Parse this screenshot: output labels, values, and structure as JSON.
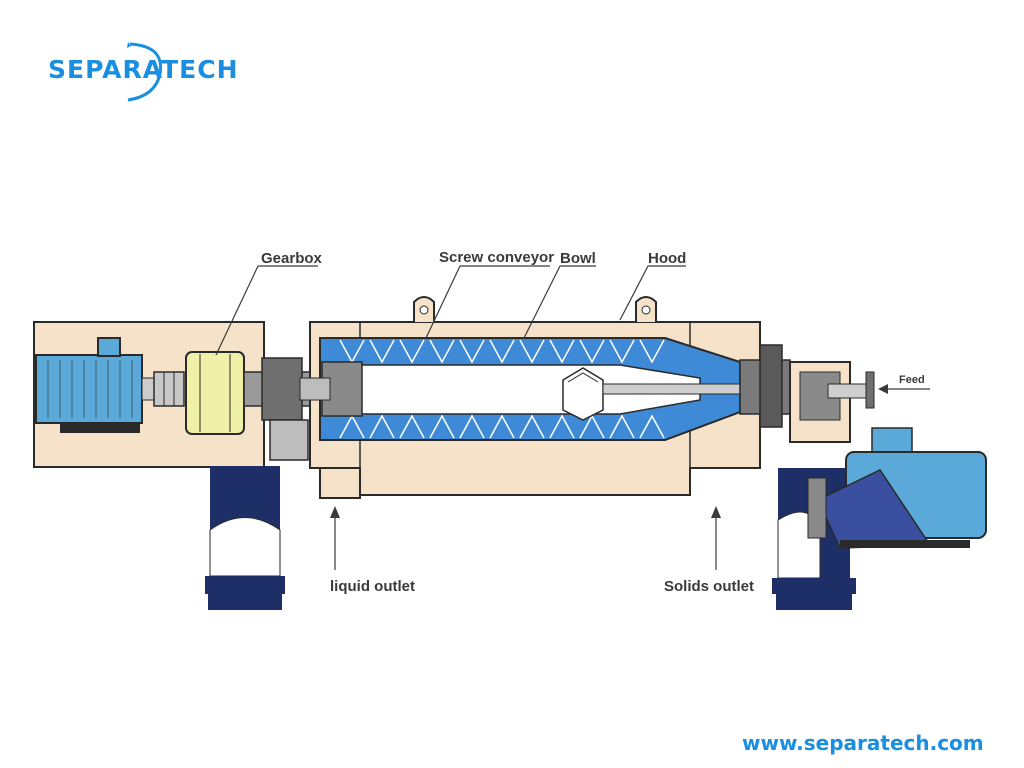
{
  "brand": {
    "name": "SEPARATECH",
    "website": "www.separatech.com",
    "color": "#1a8ee0"
  },
  "labels": {
    "gearbox": "Gearbox",
    "screw_conveyor": "Screw conveyor",
    "bowl": "Bowl",
    "hood": "Hood",
    "feed": "Feed",
    "liquid_outlet": "liquid outlet",
    "solids_outlet": "Solids outlet"
  },
  "colors": {
    "housing": "#f5e2c8",
    "outline": "#2a2a2a",
    "motor": "#5aa9d8",
    "gearbox": "#f0f0a8",
    "bowl_blue": "#3f8ad6",
    "frame_navy": "#1d2f66"
  },
  "icons": [
    "logo-swoosh-icon",
    "feed-arrow-icon",
    "outlet-arrow-icon"
  ]
}
